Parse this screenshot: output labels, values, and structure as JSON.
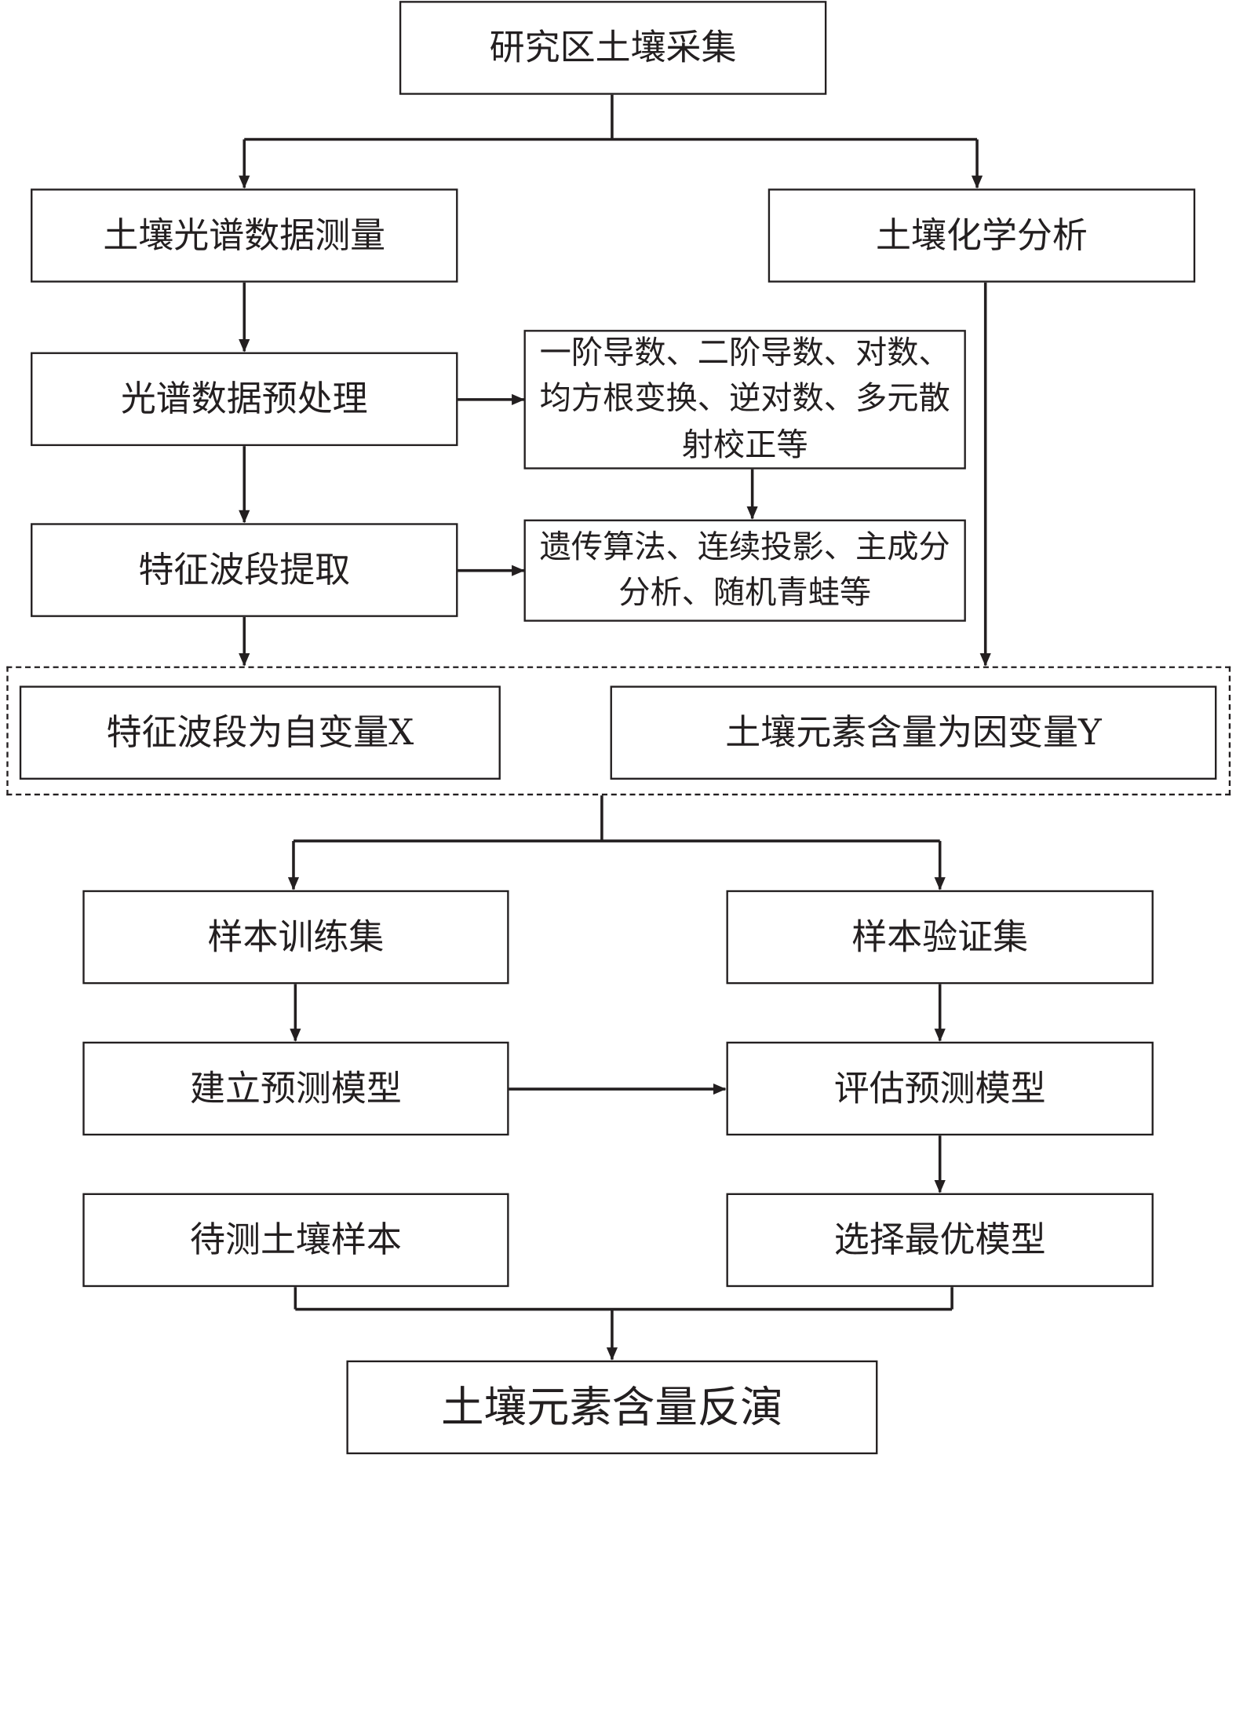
{
  "nodes": {
    "soil_collection": "研究区土壤采集",
    "spectral_measurement": "土壤光谱数据测量",
    "chemical_analysis": "土壤化学分析",
    "spectral_preprocessing": "光谱数据预处理",
    "preprocessing_methods": "一阶导数、二阶导数、对数、均方根变换、逆对数、多元散射校正等",
    "feature_band_extraction": "特征波段提取",
    "extraction_methods": "遗传算法、连续投影、主成分分析、随机青蛙等",
    "independent_variable": "特征波段为自变量X",
    "dependent_variable": "土壤元素含量为因变量Y",
    "training_set": "样本训练集",
    "validation_set": "样本验证集",
    "build_model": "建立预测模型",
    "evaluate_model": "评估预测模型",
    "test_samples": "待测土壤样本",
    "select_best_model": "选择最优模型",
    "inversion": "土壤元素含量反演"
  }
}
